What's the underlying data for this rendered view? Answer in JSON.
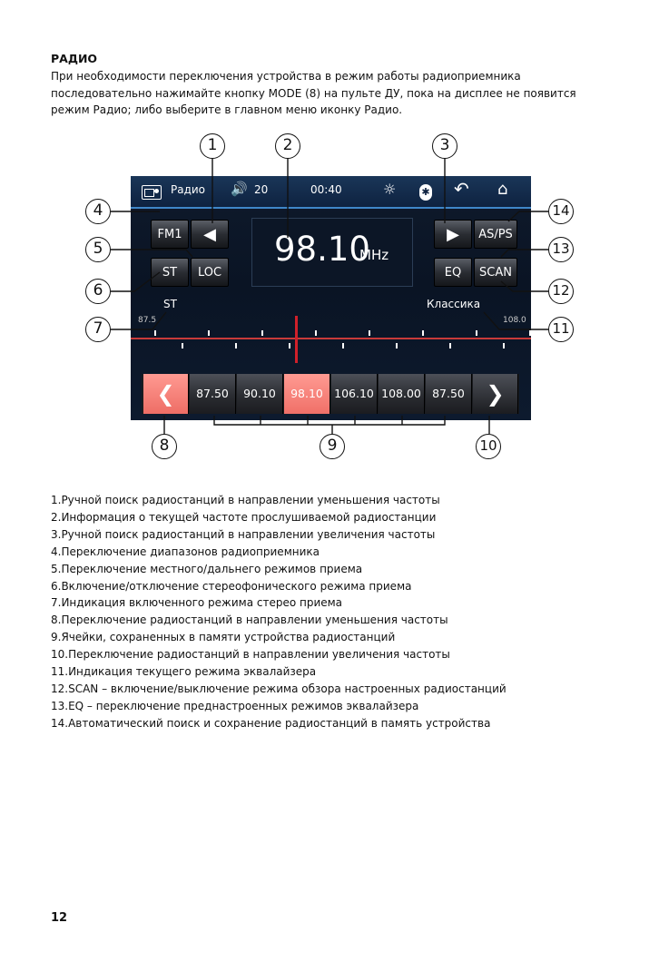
{
  "section": {
    "title": "РАДИО",
    "intro_lines": [
      "При необходимости переключения устройства в режим работы радиоприемника",
      "последовательно нажимайте кнопку MODE (8) на пульте ДУ, пока на дисплее не появится",
      "режим Радио; либо выберите в главном меню иконку Радио."
    ]
  },
  "screen": {
    "topbar": {
      "mode_label": "Радио",
      "volume": "20",
      "time": "00:40"
    },
    "buttons": {
      "band": "FM1",
      "loc": "LOC",
      "st": "ST",
      "asps": "AS/PS",
      "eq": "EQ",
      "scan": "SCAN"
    },
    "frequency": {
      "value": "98.10",
      "unit": "MHz"
    },
    "scale": {
      "stereo_indicator": "ST",
      "eq_mode": "Классика",
      "min": "87.5",
      "max": "108.0"
    },
    "presets": [
      "87.50",
      "90.10",
      "98.10",
      "106.10",
      "108.00",
      "87.50"
    ],
    "active_preset_index": 2,
    "accent_color": "#f07068"
  },
  "callouts": [
    "1",
    "2",
    "3",
    "4",
    "5",
    "6",
    "7",
    "8",
    "9",
    "10",
    "11",
    "12",
    "13",
    "14"
  ],
  "legend": [
    "1.Ручной поиск радиостанций в направлении уменьшения частоты",
    "2.Информация о текущей частоте прослушиваемой радиостанции",
    "3.Ручной поиск радиостанций в направлении увеличения частоты",
    "4.Переключение диапазонов радиоприемника",
    "5.Переключение местного/дальнего режимов приема",
    "6.Включение/отключение стереофонического режима приема",
    "7.Индикация включенного режима стерео приема",
    "8.Переключение радиостанций в направлении уменьшения частоты",
    "9.Ячейки, сохраненных в памяти устройства радиостанций",
    "10.Переключение радиостанций в направлении увеличения частоты",
    "11.Индикация текущего режима эквалайзера",
    "12.SCAN – включение/выключение режима обзора настроенных радиостанций",
    "13.EQ – переключение преднастроенных режимов эквалайзера",
    "14.Автоматический поиск и сохранение радиостанций в память устройства"
  ],
  "page_number": "12"
}
